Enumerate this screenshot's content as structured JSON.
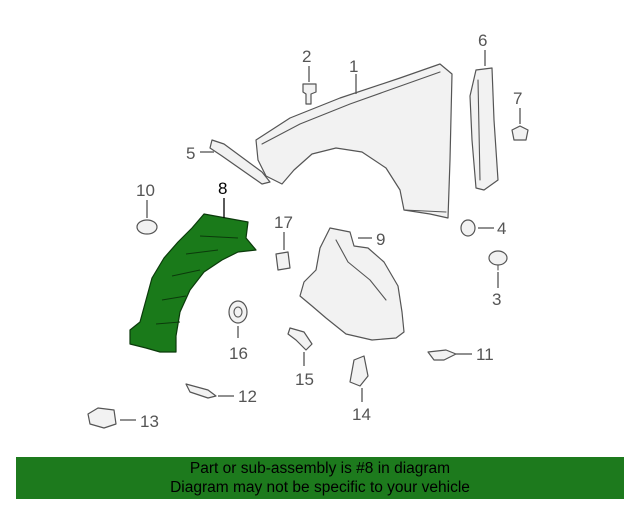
{
  "diagram": {
    "callouts": [
      "1",
      "2",
      "3",
      "4",
      "5",
      "6",
      "7",
      "8",
      "9",
      "10",
      "11",
      "12",
      "13",
      "14",
      "15",
      "16",
      "17"
    ],
    "highlighted_part": "8"
  },
  "banner": {
    "line1": "Part or sub-assembly is #8 in diagram",
    "line2": "Diagram may not be specific to your vehicle"
  },
  "colors": {
    "highlight": "#1a7a1a",
    "banner": "#1d7a1d",
    "lines": "#555555"
  }
}
